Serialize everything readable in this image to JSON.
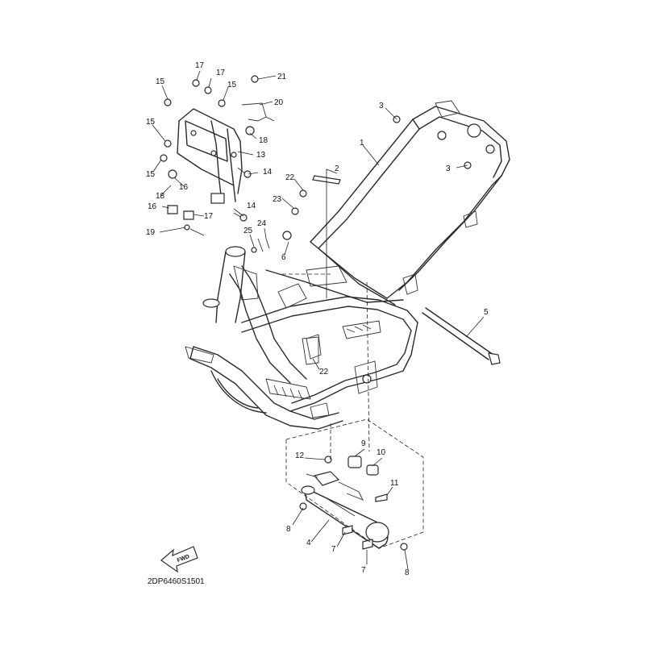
{
  "diagram": {
    "code": "2DP6460S1501",
    "fwd_label": "FWD",
    "callouts": [
      "1",
      "2",
      "3",
      "3",
      "4",
      "5",
      "6",
      "7",
      "7",
      "8",
      "8",
      "9",
      "10",
      "11",
      "12",
      "13",
      "14",
      "14",
      "15",
      "15",
      "15",
      "15",
      "16",
      "16",
      "17",
      "17",
      "17",
      "18",
      "18",
      "19",
      "20",
      "21",
      "22",
      "22",
      "23",
      "24",
      "25"
    ]
  }
}
